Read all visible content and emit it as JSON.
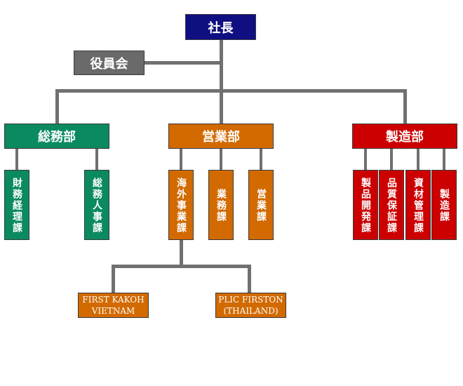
{
  "org": {
    "president": "社長",
    "board": "役員会",
    "departments": {
      "general_affairs": {
        "name": "総務部",
        "sections": [
          "財務経理課",
          "総務人事課"
        ]
      },
      "sales": {
        "name": "営業部",
        "sections": [
          "海外事業課",
          "業務課",
          "営業課"
        ],
        "subsidiaries": [
          {
            "line1": "FIRST KAKOH",
            "line2": "VIETNAM"
          },
          {
            "line1": "PLIC FIRSTON",
            "line2": "(THAILAND)"
          }
        ]
      },
      "manufacturing": {
        "name": "製造部",
        "sections": [
          "製品開発課",
          "品質保証課",
          "資材管理課",
          "製造課"
        ]
      }
    }
  },
  "colors": {
    "president": "#0f0f82",
    "board": "#6a6a6a",
    "general_affairs": "#0b8a62",
    "sales": "#d26a00",
    "manufacturing": "#cc0000",
    "connector": "#707070"
  }
}
